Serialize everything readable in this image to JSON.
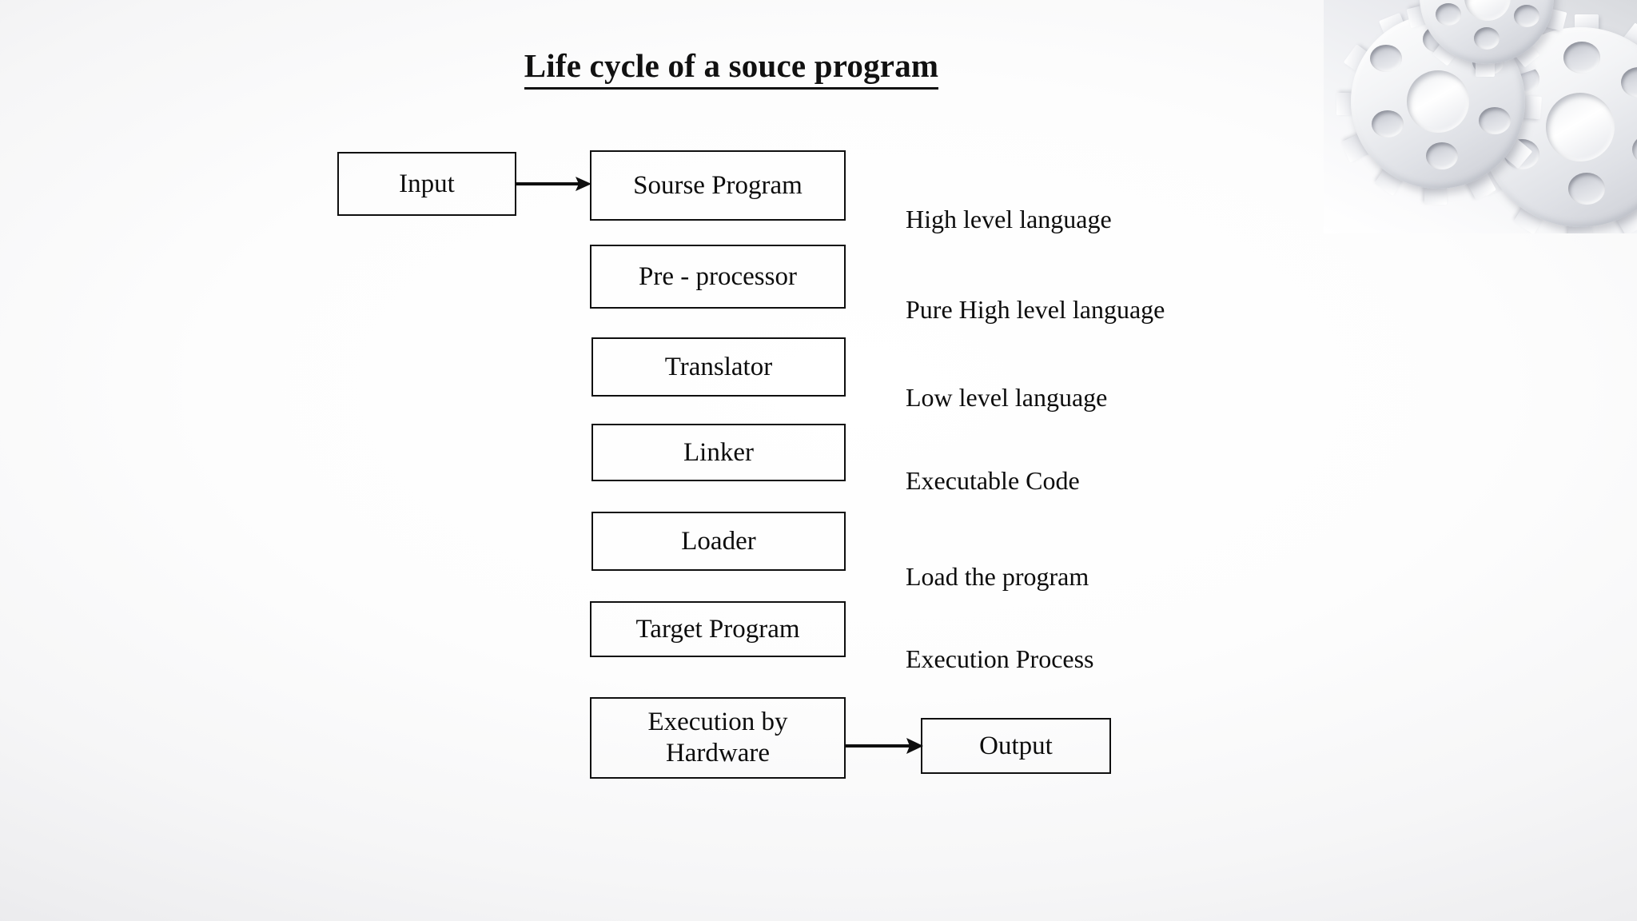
{
  "slide": {
    "title": "Life cycle of a souce program",
    "background_color": "#ffffff",
    "text_color": "#0d0d0d",
    "border_color": "#0f0f0f"
  },
  "decoration": {
    "artwork_name": "gears-illustration"
  },
  "flow": {
    "input_box": {
      "label": "Input"
    },
    "stages": [
      {
        "label": "Sourse Program"
      },
      {
        "label": "Pre - processor"
      },
      {
        "label": "Translator"
      },
      {
        "label": "Linker"
      },
      {
        "label": "Loader"
      },
      {
        "label": "Target Program"
      },
      {
        "label_line1": "Execution by",
        "label_line2": "Hardware"
      }
    ],
    "output_box": {
      "label": "Output"
    }
  },
  "annotations": [
    {
      "label": "High level language"
    },
    {
      "label": "Pure High level language"
    },
    {
      "label": "Low level language"
    },
    {
      "label": "Executable Code"
    },
    {
      "label": "Load the program"
    },
    {
      "label": "Execution Process"
    }
  ]
}
